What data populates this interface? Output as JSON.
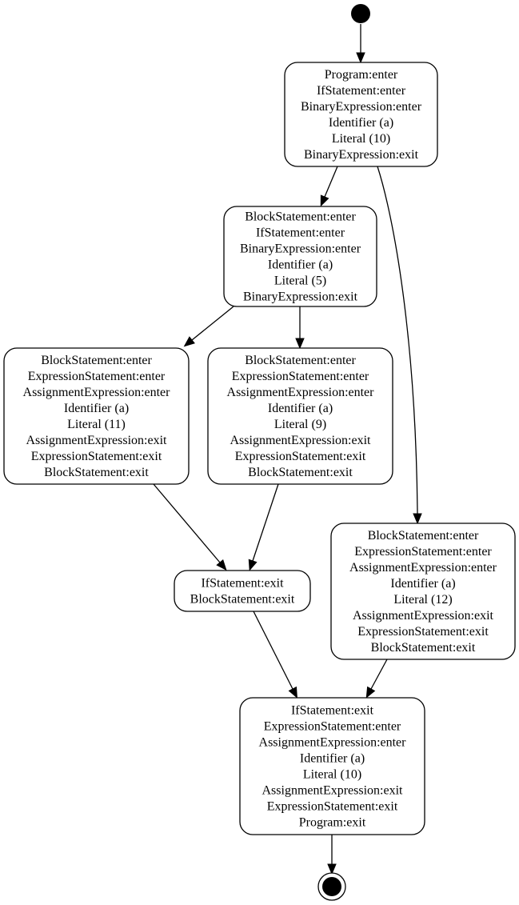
{
  "nodes": [
    {
      "id": "s1",
      "lines": [
        "Program:enter",
        "IfStatement:enter",
        "BinaryExpression:enter",
        "Identifier (a)",
        "Literal (10)",
        "BinaryExpression:exit"
      ]
    },
    {
      "id": "s2",
      "lines": [
        "BlockStatement:enter",
        "IfStatement:enter",
        "BinaryExpression:enter",
        "Identifier (a)",
        "Literal (5)",
        "BinaryExpression:exit"
      ]
    },
    {
      "id": "s3",
      "lines": [
        "BlockStatement:enter",
        "ExpressionStatement:enter",
        "AssignmentExpression:enter",
        "Identifier (a)",
        "Literal (11)",
        "AssignmentExpression:exit",
        "ExpressionStatement:exit",
        "BlockStatement:exit"
      ]
    },
    {
      "id": "s4",
      "lines": [
        "BlockStatement:enter",
        "ExpressionStatement:enter",
        "AssignmentExpression:enter",
        "Identifier (a)",
        "Literal (9)",
        "AssignmentExpression:exit",
        "ExpressionStatement:exit",
        "BlockStatement:exit"
      ]
    },
    {
      "id": "s5",
      "lines": [
        "IfStatement:exit",
        "BlockStatement:exit"
      ]
    },
    {
      "id": "s6",
      "lines": [
        "BlockStatement:enter",
        "ExpressionStatement:enter",
        "AssignmentExpression:enter",
        "Identifier (a)",
        "Literal (12)",
        "AssignmentExpression:exit",
        "ExpressionStatement:exit",
        "BlockStatement:exit"
      ]
    },
    {
      "id": "s7",
      "lines": [
        "IfStatement:exit",
        "ExpressionStatement:enter",
        "AssignmentExpression:enter",
        "Identifier (a)",
        "Literal (10)",
        "AssignmentExpression:exit",
        "ExpressionStatement:exit",
        "Program:exit"
      ]
    }
  ],
  "edges": [
    {
      "from": "initial",
      "to": "s1"
    },
    {
      "from": "s1",
      "to": "s2"
    },
    {
      "from": "s1",
      "to": "s6"
    },
    {
      "from": "s2",
      "to": "s3"
    },
    {
      "from": "s2",
      "to": "s4"
    },
    {
      "from": "s3",
      "to": "s5"
    },
    {
      "from": "s4",
      "to": "s5"
    },
    {
      "from": "s5",
      "to": "s7"
    },
    {
      "from": "s6",
      "to": "s7"
    },
    {
      "from": "s7",
      "to": "final"
    }
  ]
}
